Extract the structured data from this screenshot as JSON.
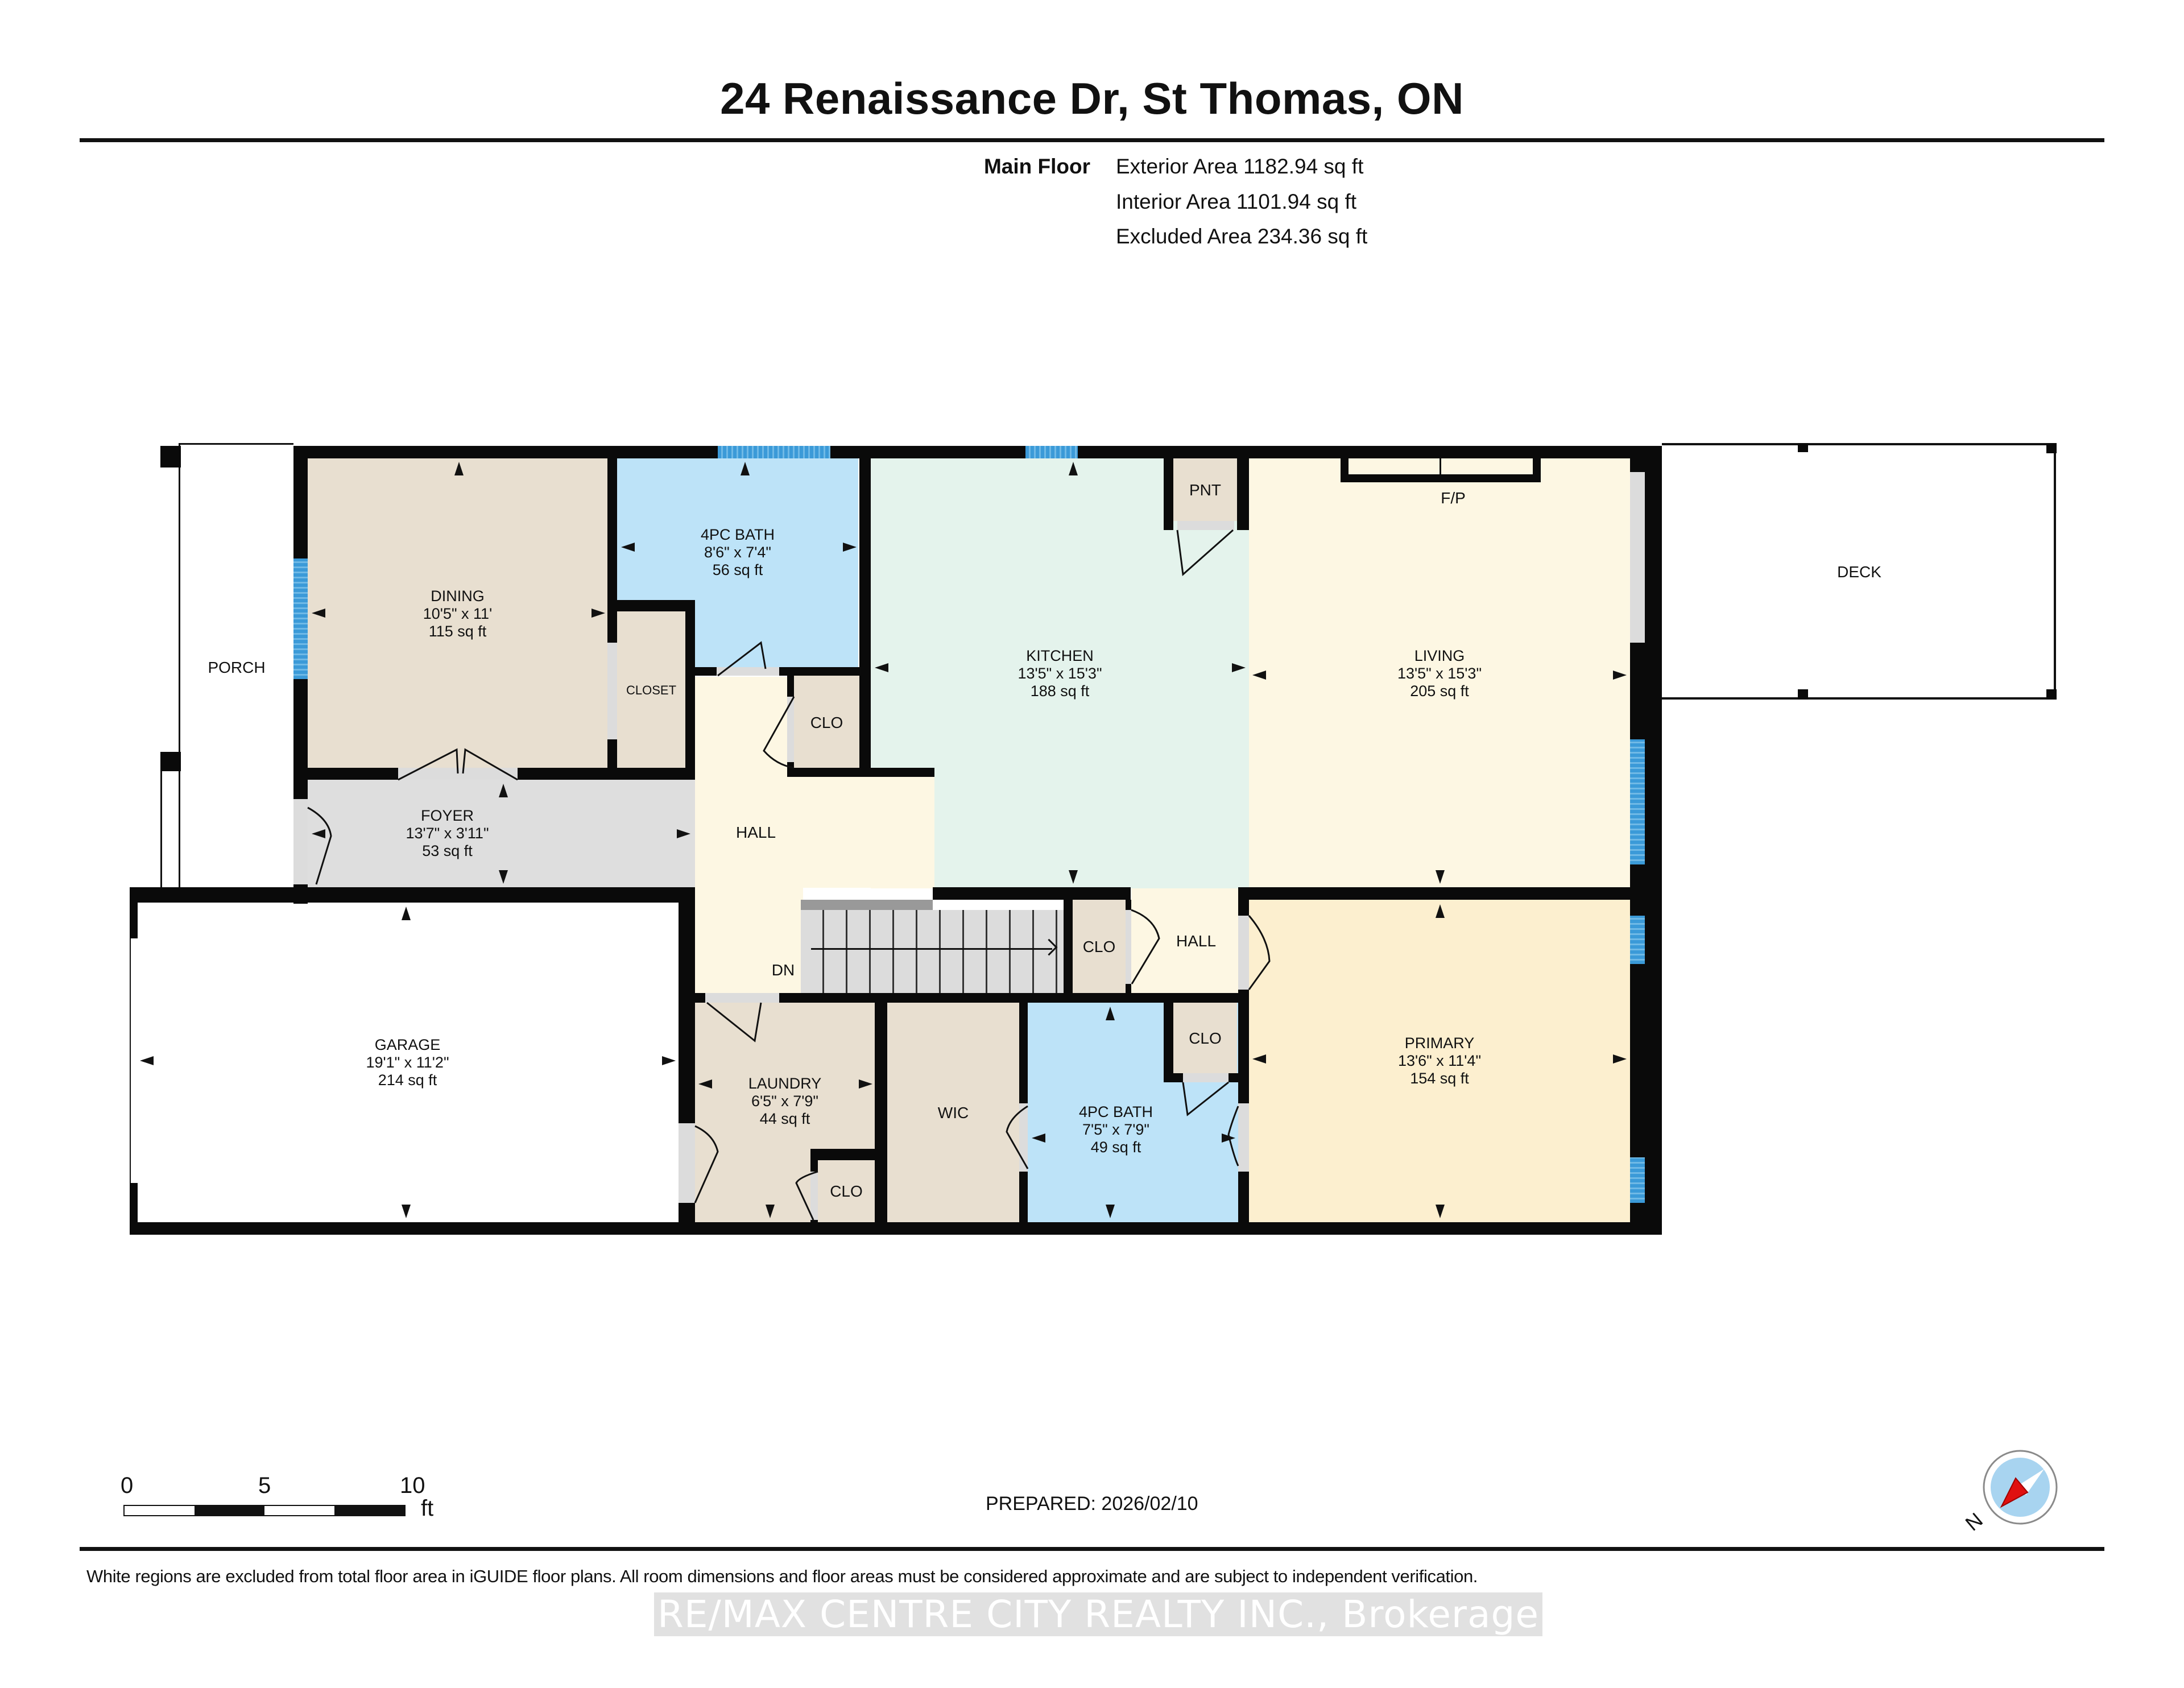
{
  "header": {
    "title": "24 Renaissance Dr, St Thomas, ON",
    "floor_label": "Main Floor",
    "exterior_area": "Exterior Area 1182.94 sq ft",
    "interior_area": "Interior Area 1101.94 sq ft",
    "excluded_area": "Excluded Area 234.36 sq ft"
  },
  "colors": {
    "wall": "#0a0a0a",
    "window": "#3b9ad8",
    "beige_room": "#e8dfd0",
    "bath_blue": "#bde3f8",
    "kitchen_green": "#e4f3ec",
    "living_cream": "#fdf7e3",
    "hall_cream": "#fdf7e3",
    "primary_yellow": "#fcefcf",
    "foyer_grey": "#dedede",
    "stairs_grey": "#dcdcdc",
    "excluded_white": "#ffffff",
    "compass_blue": "#a8d4f0",
    "compass_red": "#e01010"
  },
  "rooms": {
    "porch": {
      "name": "PORCH"
    },
    "dining": {
      "name": "DINING",
      "dims": "10'5\" x 11'",
      "area": "115 sq ft"
    },
    "bath1": {
      "name": "4PC BATH",
      "dims": "8'6\" x 7'4\"",
      "area": "56 sq ft"
    },
    "closet": {
      "name": "CLOSET"
    },
    "clo1": {
      "name": "CLO"
    },
    "kitchen": {
      "name": "KITCHEN",
      "dims": "13'5\" x 15'3\"",
      "area": "188 sq ft"
    },
    "pnt": {
      "name": "PNT"
    },
    "living": {
      "name": "LIVING",
      "dims": "13'5\" x 15'3\"",
      "area": "205 sq ft"
    },
    "fireplace": {
      "name": "F/P"
    },
    "deck": {
      "name": "DECK"
    },
    "foyer": {
      "name": "FOYER",
      "dims": "13'7\" x 3'11\"",
      "area": "53 sq ft"
    },
    "hall1": {
      "name": "HALL"
    },
    "stairs": {
      "label": "DN"
    },
    "clo2": {
      "name": "CLO"
    },
    "hall2": {
      "name": "HALL"
    },
    "garage": {
      "name": "GARAGE",
      "dims": "19'1\" x 11'2\"",
      "area": "214 sq ft"
    },
    "laundry": {
      "name": "LAUNDRY",
      "dims": "6'5\" x 7'9\"",
      "area": "44 sq ft"
    },
    "clo3": {
      "name": "CLO"
    },
    "wic": {
      "name": "WIC"
    },
    "bath2": {
      "name": "4PC BATH",
      "dims": "7'5\" x 7'9\"",
      "area": "49 sq ft"
    },
    "clo4": {
      "name": "CLO"
    },
    "primary": {
      "name": "PRIMARY",
      "dims": "13'6\" x 11'4\"",
      "area": "154 sq ft"
    }
  },
  "scale_bar": {
    "ticks": [
      "0",
      "5",
      "10"
    ],
    "unit": "ft"
  },
  "prepared": "PREPARED: 2026/02/10",
  "compass": {
    "label": "N",
    "icon": "compass-icon"
  },
  "footer": {
    "disclaimer": "White regions are excluded from total floor area in iGUIDE floor plans. All room dimensions and floor areas must be considered approximate and are subject to independent verification.",
    "watermark": "RE/MAX CENTRE CITY REALTY INC., Brokerage"
  }
}
